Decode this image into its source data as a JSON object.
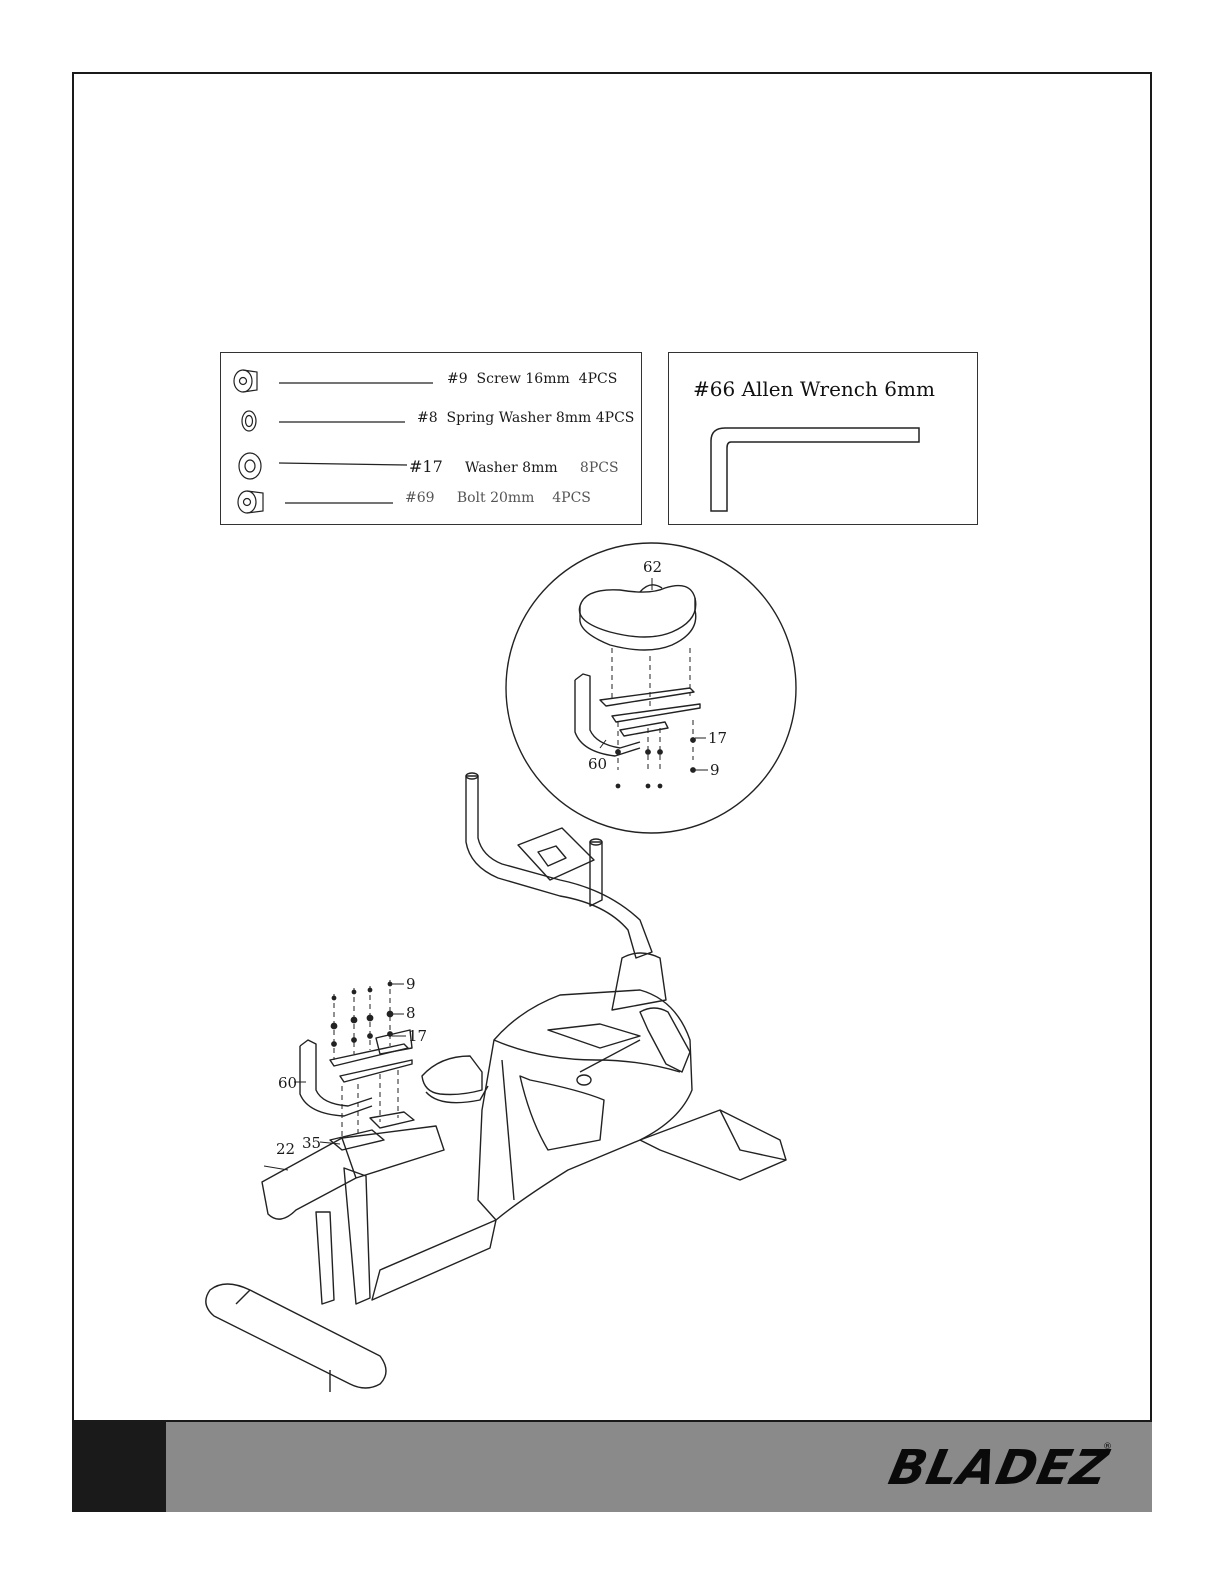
{
  "hardware": [
    {
      "number": "#9",
      "name": "Screw 16mm",
      "qty": "4PCS"
    },
    {
      "number": "#8",
      "name": "Spring Washer 8mm",
      "qty": "4PCS"
    },
    {
      "number": "#17",
      "name": "Washer 8mm",
      "qty": "8PCS"
    },
    {
      "number": "#69",
      "name": "Bolt 20mm",
      "qty": "4PCS"
    }
  ],
  "tool": {
    "label": "#66 Allen Wrench 6mm"
  },
  "detail_callouts": {
    "seat": "62",
    "bracket": "60",
    "washer": "17",
    "screw": "9"
  },
  "main_callouts": {
    "screw": "9",
    "spring_washer": "8",
    "washer": "17",
    "bracket": "60",
    "seat_post": "35",
    "knob": "22"
  },
  "footer": {
    "brand": "BLADEZ",
    "reg_mark": "®"
  },
  "colors": {
    "frame": "#1a1a1a",
    "footer_bar": "#8a8a8a",
    "footer_block": "#1a1a1a",
    "line_art": "#222222"
  }
}
